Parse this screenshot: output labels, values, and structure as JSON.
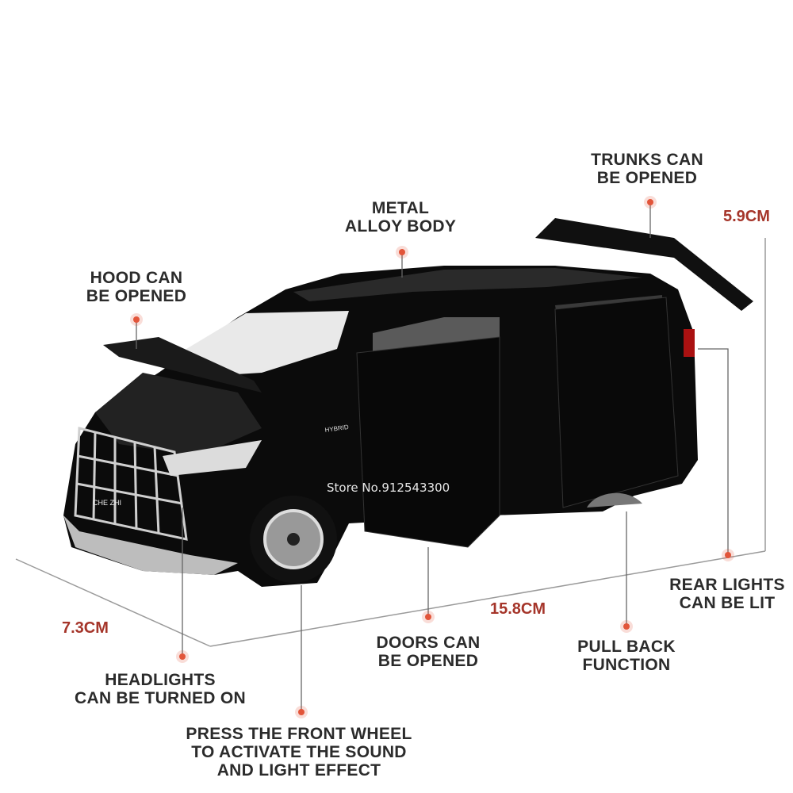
{
  "features": {
    "trunk": [
      "TRUNKS CAN",
      "BE OPENED"
    ],
    "body": [
      "METAL",
      "ALLOY BODY"
    ],
    "hood": [
      "HOOD CAN",
      "BE OPENED"
    ],
    "rear_lights": [
      "REAR LIGHTS",
      "CAN BE LIT"
    ],
    "doors": [
      "DOORS CAN",
      "BE OPENED"
    ],
    "pull_back": [
      "PULL BACK",
      "FUNCTION"
    ],
    "headlights": [
      "HEADLIGHTS",
      "CAN BE TURNED ON"
    ],
    "sound": [
      "PRESS THE FRONT WHEEL",
      "TO ACTIVATE THE SOUND",
      "AND LIGHT EFFECT"
    ]
  },
  "dimensions": {
    "height": "5.9CM",
    "length": "15.8CM",
    "width": "7.3CM"
  },
  "car_badges": {
    "side": "HYBRID",
    "front": "CHE ZHI"
  },
  "watermark": "Store No.912543300",
  "colors": {
    "accent_dot": "#e2553a",
    "dimension_text": "#a5352a",
    "car_body": "#0b0b0b"
  }
}
